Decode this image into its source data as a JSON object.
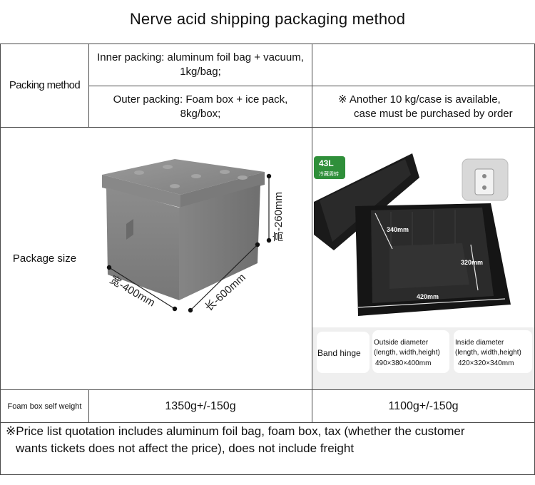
{
  "title": "Nerve acid shipping packaging method",
  "rows": {
    "packing": {
      "label": "Packing method",
      "inner": {
        "line1": "Inner packing: aluminum foil bag + vacuum,",
        "line2": "1kg/bag;"
      },
      "outer": {
        "line1": "Outer packing: Foam box + ice pack,",
        "line2": "8kg/box;"
      },
      "note": {
        "line1": "※ Another 10 kg/case is available,",
        "line2": "case must be purchased by order"
      }
    },
    "size": {
      "label": "Package size",
      "left_image": {
        "width_label": "宽-400mm",
        "length_label": "长-600mm",
        "height_label": "高-260mm"
      },
      "right_image": {
        "badge": "43L",
        "badge_sub": "冷藏周转",
        "dim_340": "340mm",
        "dim_320": "320mm",
        "dim_420": "420mm",
        "band_hinge": "Band hinge",
        "outside": {
          "title": "Outside diameter",
          "sub": "(length, width,height)",
          "value": "490×380×400mm"
        },
        "inside": {
          "title": "Inside diameter",
          "sub": "(length, width,height)",
          "value": "420×320×340mm"
        }
      }
    },
    "weight": {
      "label": "Foam box self weight",
      "left_value": "1350g+/-150g",
      "right_value": "1100g+/-150g"
    }
  },
  "footer": {
    "line1": "※Price list quotation includes aluminum foil bag, foam box, tax (whether the customer",
    "line2": "wants tickets does not affect the price), does not include freight"
  },
  "colors": {
    "border": "#4a4a4a",
    "foam_gray": "#8a8a8a",
    "black_box": "#1c1c1c",
    "badge_green": "#2f8f3a"
  }
}
